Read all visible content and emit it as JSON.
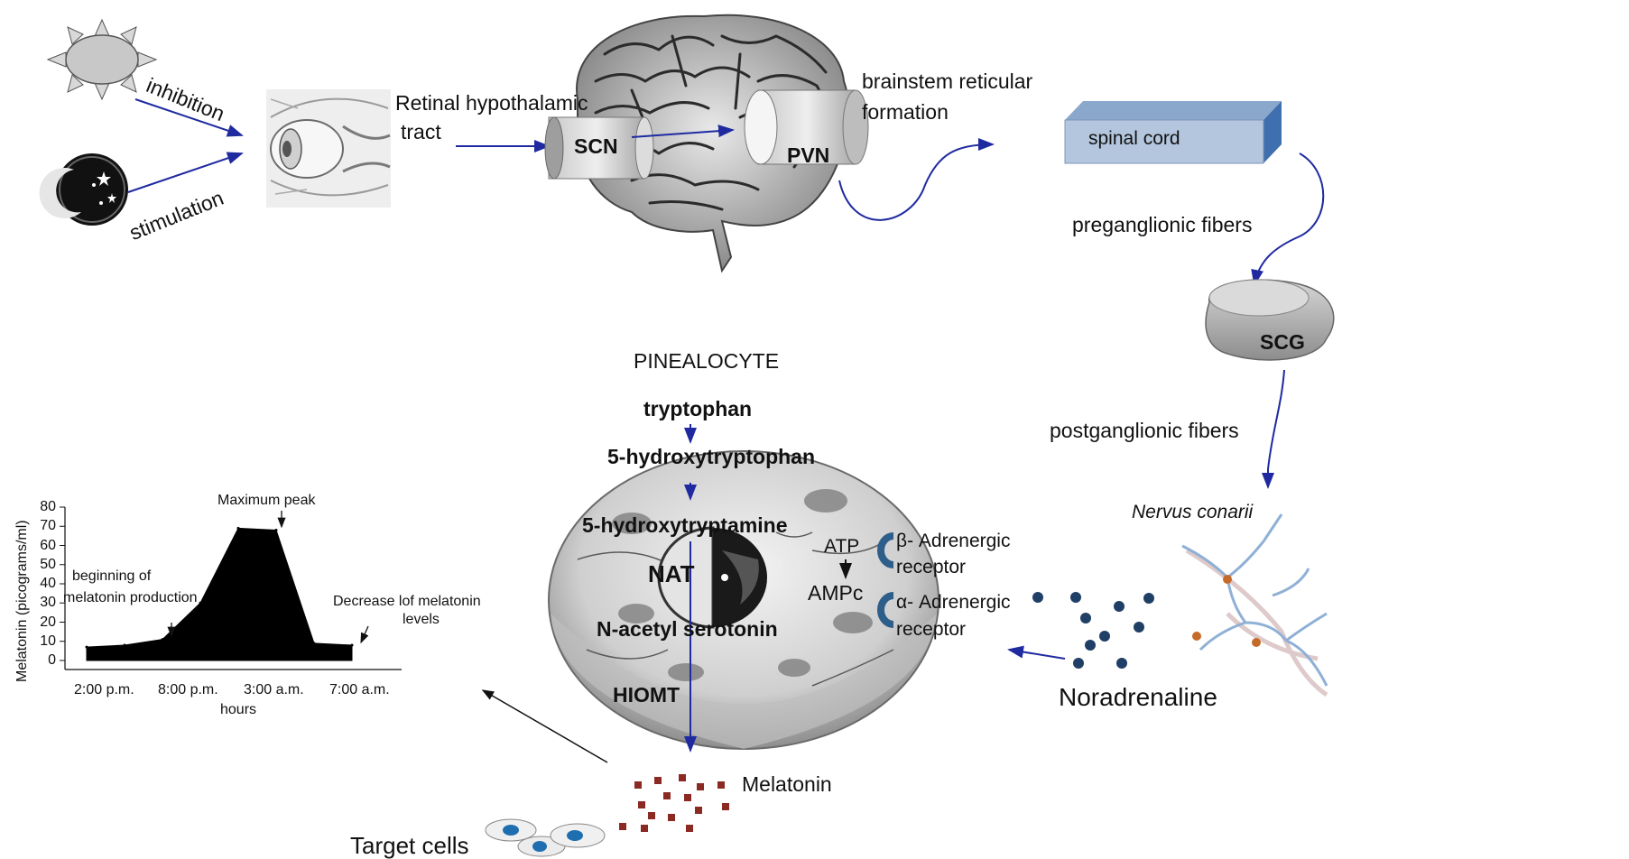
{
  "labels": {
    "inhibition": "inhibition",
    "stimulation": "stimulation",
    "retinal_tract": "Retinal hypothalamic",
    "retinal_tract_2": "tract",
    "scn": "SCN",
    "pvn": "PVN",
    "brainstem": "brainstem reticular",
    "brainstem_2": "formation",
    "spinal_cord": "spinal cord",
    "preganglionic": "preganglionic fibers",
    "scg": "SCG",
    "postganglionic": "postganglionic fibers",
    "nervus": "Nervus conarii",
    "noradrenaline": "Noradrenaline",
    "pinealocyte": "PINEALOCYTE",
    "tryptophan": "tryptophan",
    "hydroxytryptophan": "5-hydroxytryptophan",
    "hydroxytryptamine": "5-hydroxytryptamine",
    "nat": "NAT",
    "n_acetyl": "N-acetyl serotonin",
    "hiomt": "HIOMT",
    "atp": "ATP",
    "ampc": "AMPc",
    "beta_receptor": "β- Adrenergic",
    "beta_receptor_2": "receptor",
    "alpha_receptor": "α- Adrenergic",
    "alpha_receptor_2": "receptor",
    "melatonin": "Melatonin",
    "target_cells": "Target cells"
  },
  "chart": {
    "ylabel": "Melatonin (picograms/ml)",
    "xlabel": "hours",
    "yticks": [
      "80",
      "70",
      "60",
      "50",
      "40",
      "30",
      "20",
      "10",
      "0"
    ],
    "xticks": [
      "2:00 p.m.",
      "8:00 p.m.",
      "3:00 a.m.",
      "7:00 a.m."
    ],
    "annotations": {
      "peak": "Maximum peak",
      "begin": "beginning of",
      "begin_2": "melatonin production",
      "decrease": "Decrease lof melatonin",
      "decrease_2": "levels"
    }
  },
  "chart_data": {
    "type": "area",
    "title": "",
    "xlabel": "hours",
    "ylabel": "Melatonin (picograms/ml)",
    "ylim": [
      0,
      80
    ],
    "categories": [
      "2:00 p.m.",
      "8:00 p.m.",
      "3:00 a.m.",
      "7:00 a.m."
    ],
    "x": [
      0,
      1,
      2,
      3,
      4,
      5,
      6,
      7
    ],
    "x_unit": "index along hours axis (0 = 2:00 p.m., 2 = 8:00 p.m., 4 = 3:00 a.m., 6 = 7:00 a.m.)",
    "values": [
      7,
      8,
      11,
      30,
      69,
      68,
      9,
      8
    ],
    "grid": false
  },
  "colors": {
    "arrow": "#1f2aa0",
    "spinal_front": "#b3c6dd",
    "spinal_top": "#8aa7cc",
    "spinal_side": "#3f6fae",
    "receptor": "#2e5e8a",
    "dot": "#1f3f66",
    "melatonin_sq": "#8b2a22"
  }
}
